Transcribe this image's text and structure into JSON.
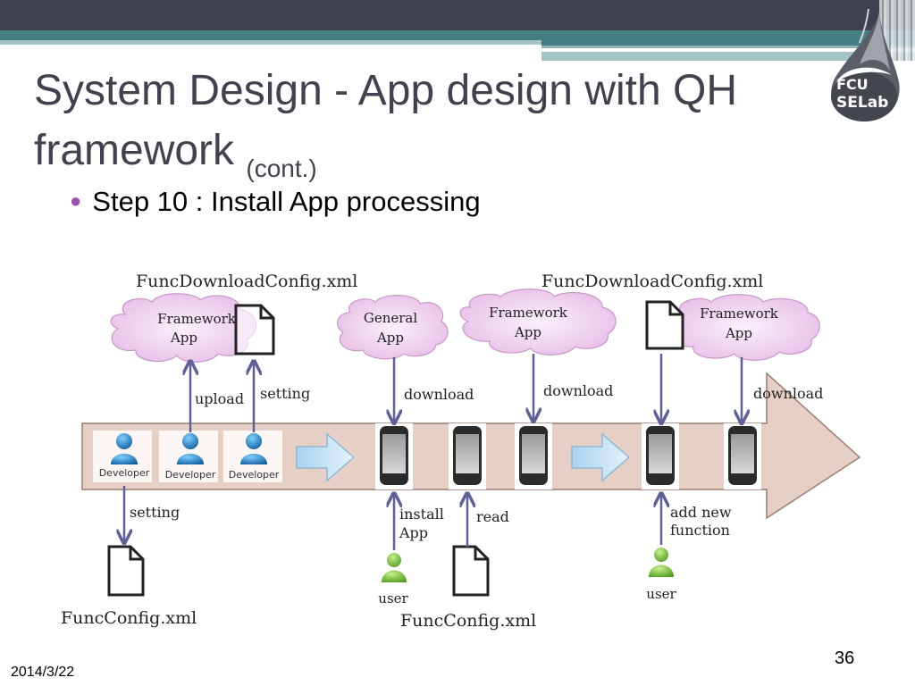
{
  "slide": {
    "title_main": "System Design - App design with QH framework",
    "title_sub": "(cont.)",
    "bullet": "Step 10 : Install App processing",
    "bullet_marker_color": "#9b4fb0",
    "date": "2014/3/22",
    "page_number": "36",
    "logo": {
      "line1": "FCU",
      "line2": "SELab"
    }
  },
  "diagram": {
    "file_labels": {
      "download_config_left": "FuncDownloadConfig.xml",
      "download_config_right": "FuncDownloadConfig.xml",
      "func_config_left": "FuncConfig.xml",
      "func_config_bottom": "FuncConfig.xml"
    },
    "clouds": [
      {
        "line1": "Framework",
        "line2": "App"
      },
      {
        "line1": "General",
        "line2": "App"
      },
      {
        "line1": "Framework",
        "line2": "App"
      },
      {
        "line1": "Framework",
        "line2": "App"
      }
    ],
    "developers": [
      "Developer",
      "Developer",
      "Developer"
    ],
    "users": [
      "user",
      "user"
    ],
    "edge_labels": {
      "upload": "upload",
      "setting_top": "setting",
      "setting_bottom": "setting",
      "download_1": "download",
      "download_2": "download",
      "download_3": "download",
      "install_line1": "install",
      "install_line2": "App",
      "read": "read",
      "add_line1": "add new",
      "add_line2": "function"
    },
    "colors": {
      "process_band": "#e6cfc4",
      "cloud_fill": "#ecc8ec",
      "arrow_line": "#5f5f9a",
      "developer_icon": "#1f7cc0",
      "user_icon": "#7cc343",
      "step_arrow": "#c8e4f6"
    }
  }
}
